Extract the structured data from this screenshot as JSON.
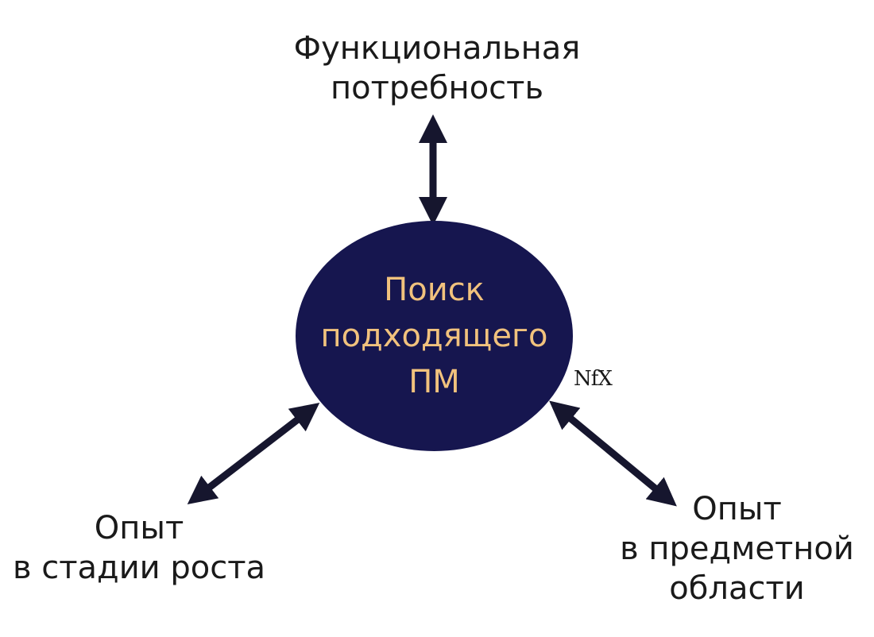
{
  "top_label": {
    "line1": "Функциональная",
    "line2": "потребность"
  },
  "center": {
    "line1": "Поиск",
    "line2": "подходящего",
    "line3": "ПМ",
    "fill_color": "#16164f",
    "text_color": "#f1c27d"
  },
  "left_label": {
    "line1": "Опыт",
    "line2": "в стадии роста"
  },
  "right_label": {
    "line1": "Опыт",
    "line2": "в предметной",
    "line3": "области"
  },
  "logo": {
    "text": "NfX"
  },
  "arrow_color": "#16162e"
}
